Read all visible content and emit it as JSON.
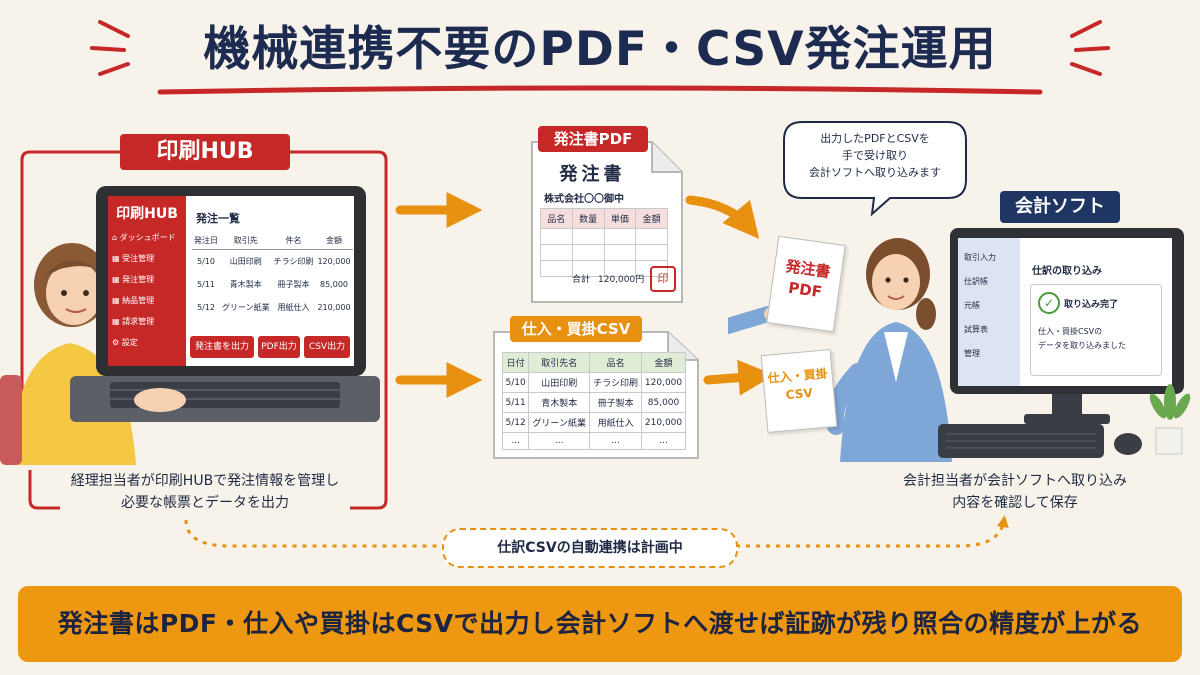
{
  "title": "機械連携不要のPDF・CSV発注運用",
  "left_section": {
    "tag": "印刷HUB",
    "caption_line1": "経理担当者が印刷HUBで発注情報を管理し",
    "caption_line2": "必要な帳票とデータを出力"
  },
  "app": {
    "logo": "印刷HUB",
    "menu": [
      "ダッシュボード",
      "受注管理",
      "発注管理",
      "納品管理",
      "請求管理",
      "設定"
    ],
    "panel_title": "発注一覧",
    "columns": [
      "発注日",
      "取引先",
      "件名",
      "金額"
    ],
    "rows": [
      [
        "5/10",
        "山田印刷",
        "チラシ印刷",
        "120,000"
      ],
      [
        "5/11",
        "青木製本",
        "冊子製本",
        "85,000"
      ],
      [
        "5/12",
        "グリーン紙業",
        "用紙仕入",
        "210,000"
      ]
    ],
    "btn_order": "発注書を出力",
    "btn_pdf": "PDF出力",
    "btn_csv": "CSV出力"
  },
  "pdf_doc": {
    "tag": "発注書PDF",
    "title": "発注書",
    "addressee": "株式会社〇〇御中",
    "columns": [
      "品名",
      "数量",
      "単価",
      "金額"
    ],
    "total_label": "合計",
    "total_value": "120,000円",
    "seal": "印"
  },
  "csv_doc": {
    "tag": "仕入・買掛CSV",
    "columns": [
      "日付",
      "取引先名",
      "品名",
      "金額"
    ],
    "rows": [
      [
        "5/10",
        "山田印刷",
        "チラシ印刷",
        "120,000"
      ],
      [
        "5/11",
        "青木製本",
        "冊子製本",
        "85,000"
      ],
      [
        "5/12",
        "グリーン紙業",
        "用紙仕入",
        "210,000"
      ],
      [
        "...",
        "...",
        "...",
        "..."
      ]
    ]
  },
  "speech": {
    "line1": "出力したPDFとCSVを",
    "line2": "手で受け取り",
    "line3": "会計ソフトへ取り込みます"
  },
  "handheld": {
    "pdf_line1": "発注書",
    "pdf_line2": "PDF",
    "csv_line1": "仕入・買掛",
    "csv_line2": "CSV"
  },
  "accounting": {
    "tag": "会計ソフト",
    "menu": [
      "取引入力",
      "仕訳帳",
      "元帳",
      "試算表",
      "管理"
    ],
    "panel_title": "仕訳の取り込み",
    "status": "取り込み完了",
    "message_line1": "仕入・買掛CSVの",
    "message_line2": "データを取り込みました",
    "caption_line1": "会計担当者が会計ソフトへ取り込み",
    "caption_line2": "内容を確認して保存"
  },
  "plan_note": "仕訳CSVの自動連携は計画中",
  "summary": "発注書はPDF・仕入や買掛はCSVで出力し会計ソフトへ渡せば証跡が残り照合の精度が上がる",
  "colors": {
    "red": "#c62828",
    "navy": "#1f3563",
    "orange": "#e8900f",
    "bottom_bar": "#ee9812"
  }
}
